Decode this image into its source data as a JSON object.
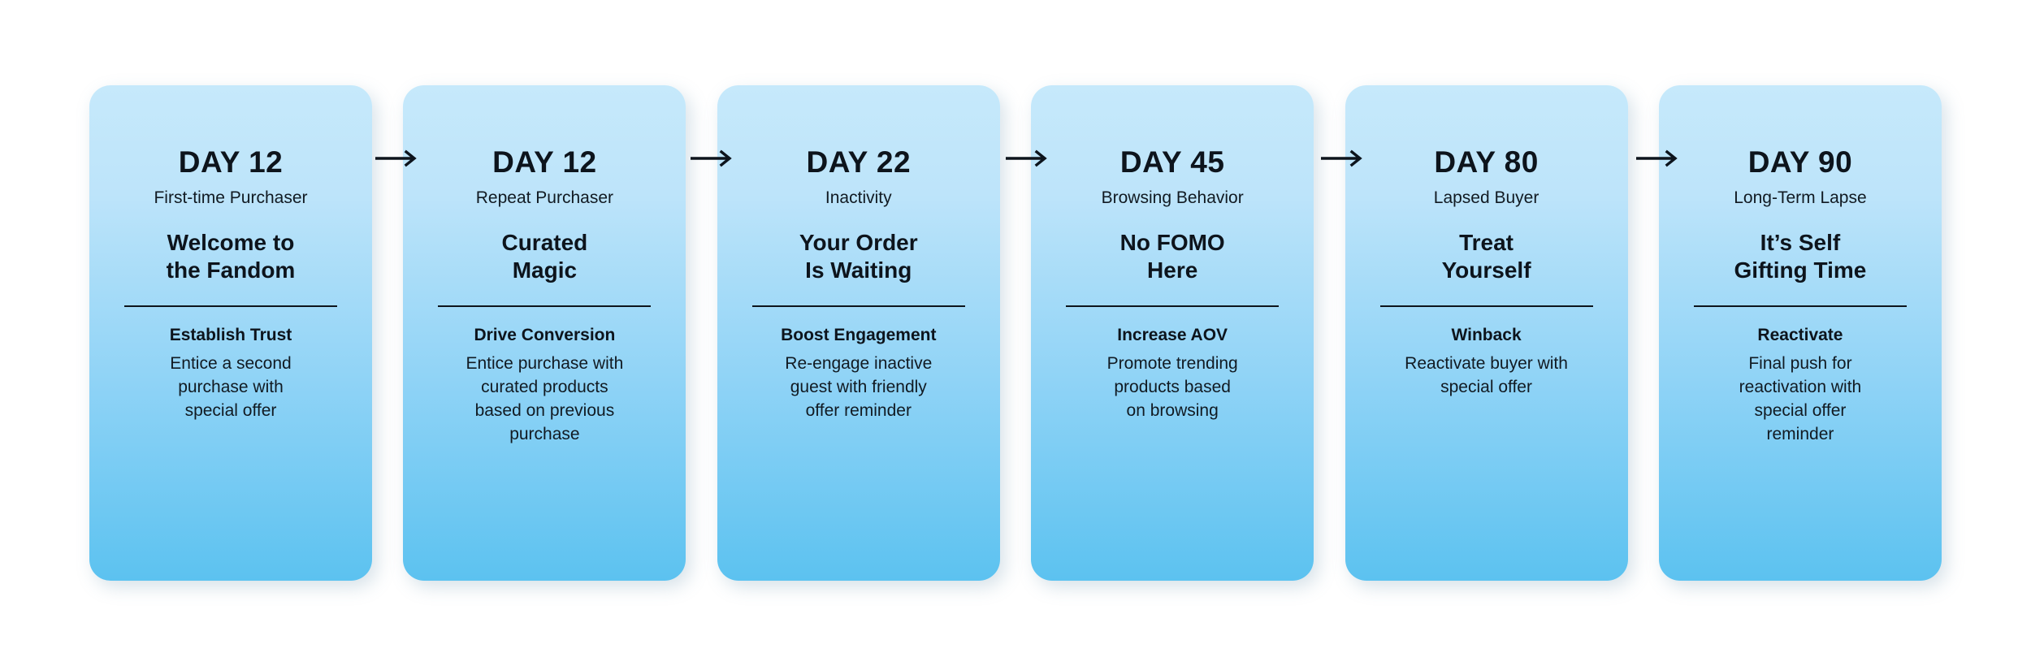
{
  "diagram": {
    "type": "horizontal-flow",
    "arrow_count": 5,
    "arrow_icon": "arrow-right-icon",
    "colors": {
      "card_gradient_top": "#c6e9fb",
      "card_gradient_bottom": "#5cc2f0",
      "text": "#0d141c",
      "background": "#ffffff",
      "divider": "#0d141c"
    },
    "cards": [
      {
        "day": "DAY 12",
        "segment": "First-time Purchaser",
        "headline": "Welcome to\nthe Fandom",
        "goal": "Establish Trust",
        "description": "Entice a second\npurchase with\nspecial offer"
      },
      {
        "day": "DAY 12",
        "segment": "Repeat Purchaser",
        "headline": "Curated\nMagic",
        "goal": "Drive Conversion",
        "description": "Entice purchase with\ncurated products\nbased on previous\npurchase"
      },
      {
        "day": "DAY 22",
        "segment": "Inactivity",
        "headline": "Your Order\nIs Waiting",
        "goal": "Boost Engagement",
        "description": "Re-engage inactive\nguest with friendly\noffer reminder"
      },
      {
        "day": "DAY 45",
        "segment": "Browsing Behavior",
        "headline": "No FOMO\nHere",
        "goal": "Increase AOV",
        "description": "Promote trending\nproducts based\non browsing"
      },
      {
        "day": "DAY 80",
        "segment": "Lapsed Buyer",
        "headline": "Treat\nYourself",
        "goal": "Winback",
        "description": "Reactivate buyer with\nspecial offer"
      },
      {
        "day": "DAY 90",
        "segment": "Long-Term Lapse",
        "headline": "It’s Self\nGifting Time",
        "goal": "Reactivate",
        "description": "Final push for\nreactivation with\nspecial offer\nreminder"
      }
    ]
  }
}
